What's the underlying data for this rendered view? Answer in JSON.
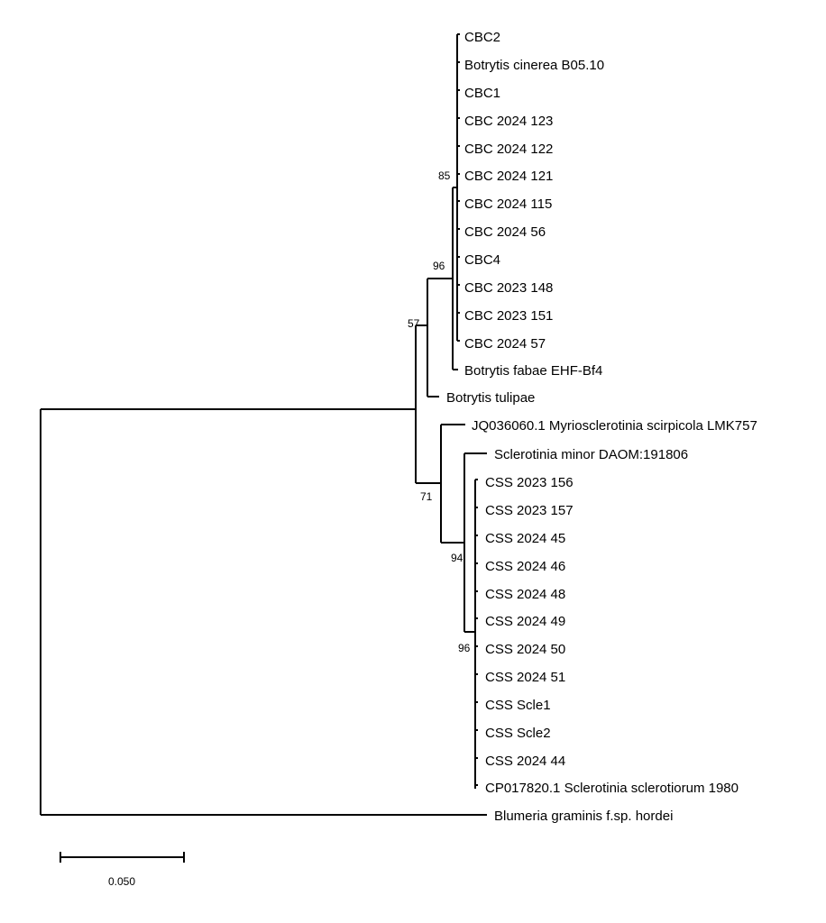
{
  "figure": {
    "support_values": {
      "cbc_core": "85",
      "cbc_with_fabae": "96",
      "botrytis_clade": "57",
      "myrio_sclerotinia": "71",
      "minor_sclerotiorum": "94",
      "css_core": "96"
    },
    "scale_bar": {
      "label": "0.050",
      "value": 0.05
    }
  },
  "leaves": [
    "CBC2",
    "Botrytis cinerea B05.10",
    "CBC1",
    "CBC 2024 123",
    "CBC 2024 122",
    "CBC 2024 121",
    "CBC 2024 115",
    "CBC 2024 56",
    "CBC4",
    "CBC 2023 148",
    "CBC 2023 151",
    "CBC 2024 57",
    "Botrytis fabae EHF-Bf4",
    "Botrytis tulipae",
    "JQ036060.1 Myriosclerotinia scirpicola LMK757",
    "Sclerotinia minor DAOM:191806",
    "CSS 2023 156",
    "CSS 2023 157",
    "CSS 2024 45",
    "CSS 2024 46",
    "CSS 2024 48",
    "CSS 2024 49",
    "CSS 2024 50",
    "CSS 2024 51",
    "CSS Scle1",
    "CSS Scle2",
    "CSS 2024 44",
    "CP017820.1 Sclerotinia sclerotiorum 1980",
    "Blumeria graminis f.sp. hordei"
  ]
}
